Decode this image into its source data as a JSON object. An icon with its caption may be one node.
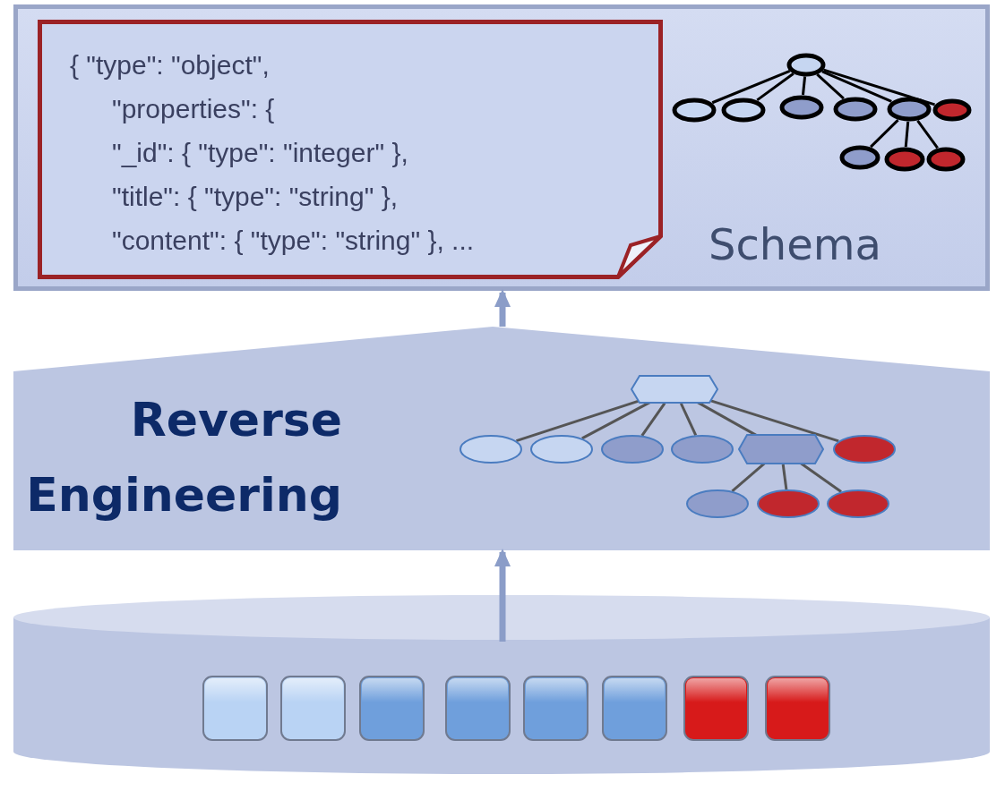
{
  "diagram": {
    "nodes": [
      {
        "text": [
          "Schema"
        ]
      },
      {
        "text": [
          "{ \"type\": \"object\",",
          "\"properties\": {",
          "\"_id\": { \"type\": \"integer\" },",
          "\"title\": { \"type\": \"string\" },",
          "\"content\": { \"type\": \"string\" }, ..."
        ],
        "in": 0
      },
      {
        "text": [],
        "shape": "ellipse",
        "in": 0
      },
      {
        "text": [],
        "shape": "ellipse",
        "in": 0
      },
      {
        "text": [],
        "shape": "ellipse",
        "in": 0
      },
      {
        "text": [],
        "shape": "ellipse",
        "in": 0
      },
      {
        "text": [],
        "shape": "ellipse",
        "in": 0
      },
      {
        "text": [],
        "shape": "ellipse",
        "in": 0
      },
      {
        "text": [],
        "shape": "ellipse",
        "in": 0
      },
      {
        "text": [],
        "shape": "ellipse",
        "in": 0
      },
      {
        "text": [],
        "shape": "ellipse",
        "in": 0
      },
      {
        "text": [],
        "shape": "ellipse",
        "in": 0
      },
      {
        "text": [
          "Reverse Engineering"
        ]
      },
      {
        "text": [],
        "shape": "hexagon",
        "in": 12
      },
      {
        "text": [],
        "shape": "ellipse",
        "in": 12
      },
      {
        "text": [],
        "shape": "ellipse",
        "in": 12
      },
      {
        "text": [],
        "shape": "ellipse",
        "in": 12
      },
      {
        "text": [],
        "shape": "ellipse",
        "in": 12
      },
      {
        "text": [],
        "shape": "hexagon",
        "in": 12
      },
      {
        "text": [],
        "shape": "ellipse",
        "in": 12
      },
      {
        "text": [],
        "shape": "ellipse",
        "in": 12
      },
      {
        "text": [],
        "shape": "ellipse",
        "in": 12
      },
      {
        "text": [],
        "shape": "ellipse",
        "in": 12
      },
      {
        "text": [],
        "shape": "cylinder"
      },
      {
        "text": [],
        "shape": "box",
        "in": 23
      },
      {
        "text": [],
        "shape": "box",
        "in": 23
      },
      {
        "text": [],
        "shape": "box",
        "in": 23
      },
      {
        "text": [],
        "shape": "box",
        "in": 23
      },
      {
        "text": [],
        "shape": "box",
        "in": 23
      },
      {
        "text": [],
        "shape": "box",
        "in": 23
      },
      {
        "text": [],
        "shape": "box",
        "in": 23
      },
      {
        "text": [],
        "shape": "box",
        "in": 23
      }
    ],
    "edges": [
      {
        "from": 2,
        "to": 3,
        "arrow": "none",
        "color": "#000000"
      },
      {
        "from": 2,
        "to": 4,
        "arrow": "none",
        "color": "#000000"
      },
      {
        "from": 2,
        "to": 5,
        "arrow": "none",
        "color": "#000000"
      },
      {
        "from": 2,
        "to": 6,
        "arrow": "none",
        "color": "#000000"
      },
      {
        "from": 2,
        "to": 7,
        "arrow": "none",
        "color": "#000000"
      },
      {
        "from": 2,
        "to": 8,
        "arrow": "none",
        "color": "#000000"
      },
      {
        "from": 7,
        "to": 9,
        "arrow": "none",
        "color": "#000000"
      },
      {
        "from": 7,
        "to": 10,
        "arrow": "none",
        "color": "#000000"
      },
      {
        "from": 7,
        "to": 11,
        "arrow": "none",
        "color": "#000000"
      },
      {
        "from": 13,
        "to": 14,
        "arrow": "none"
      },
      {
        "from": 13,
        "to": 15,
        "arrow": "none"
      },
      {
        "from": 13,
        "to": 16,
        "arrow": "none"
      },
      {
        "from": 13,
        "to": 17,
        "arrow": "none"
      },
      {
        "from": 13,
        "to": 18,
        "arrow": "none"
      },
      {
        "from": 13,
        "to": 19,
        "arrow": "none"
      },
      {
        "from": 18,
        "to": 20,
        "arrow": "none"
      },
      {
        "from": 18,
        "to": 21,
        "arrow": "none"
      },
      {
        "from": 18,
        "to": 22,
        "arrow": "none"
      },
      {
        "from": 23,
        "to": 12,
        "arrow": "to",
        "style": "thick",
        "color": "#8b9dc8"
      },
      {
        "from": 12,
        "to": 0,
        "arrow": "to",
        "style": "thick",
        "color": "#8b9dc8"
      }
    ]
  }
}
